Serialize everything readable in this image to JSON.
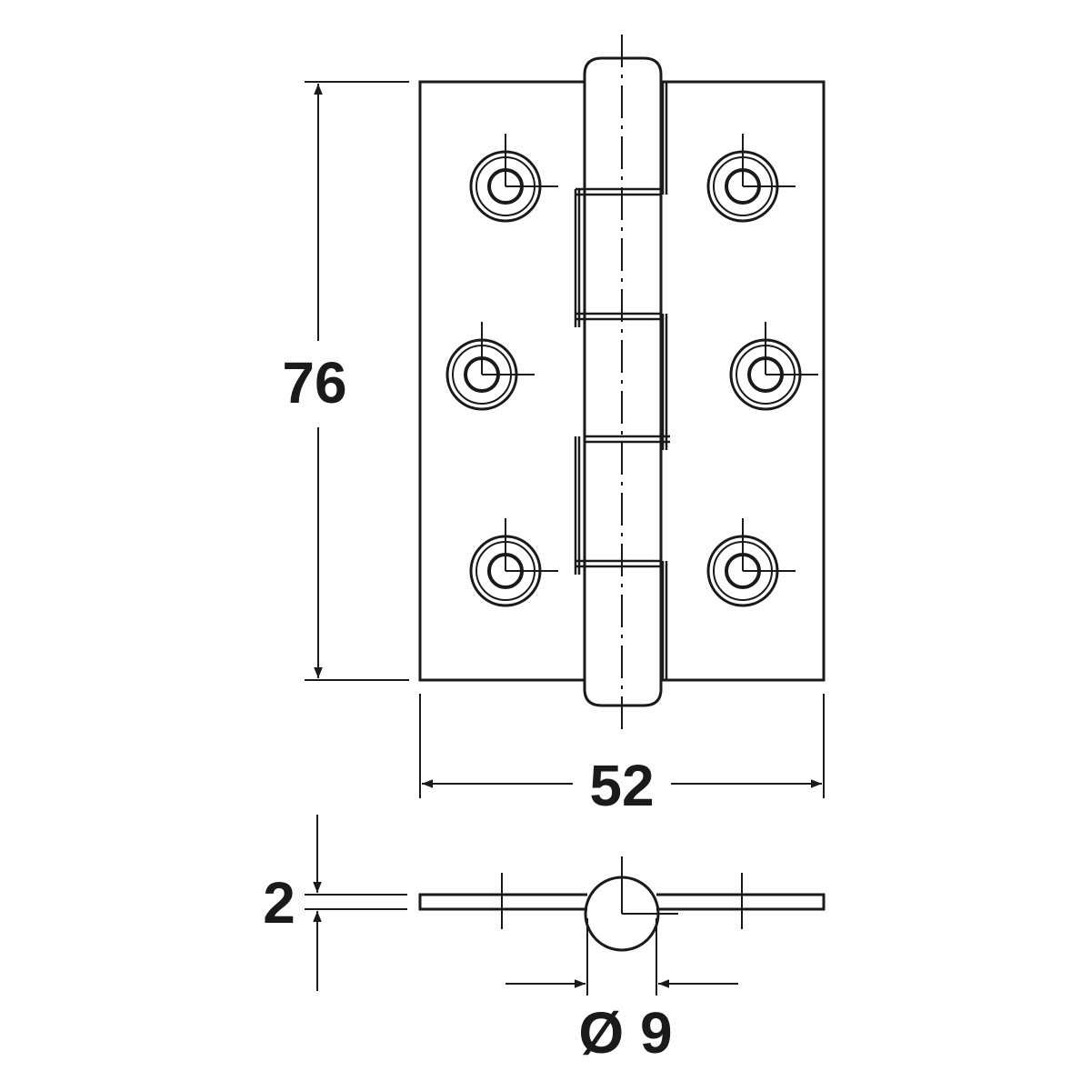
{
  "dimensions": {
    "height": "76",
    "width": "52",
    "thickness": "2",
    "knuckle_diameter": "Ø 9"
  },
  "colors": {
    "line": "#1a1a1a",
    "background": "#ffffff"
  }
}
